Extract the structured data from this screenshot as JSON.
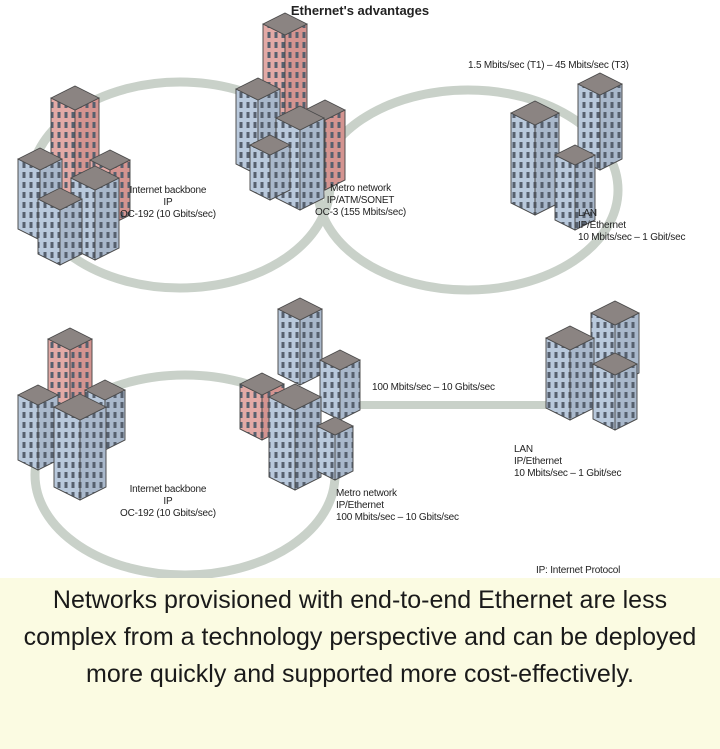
{
  "title": "Ethernet's advantages",
  "top": {
    "link_label": "1.5 Mbits/sec (T1) – 45 Mbits/sec (T3)",
    "backbone": [
      "Internet backbone",
      "IP",
      "OC-192 (10 Gbits/sec)"
    ],
    "metro": [
      "Metro network",
      "IP/ATM/SONET",
      "OC-3 (155 Mbits/sec)"
    ],
    "lan": [
      "LAN",
      "IP/Ethernet",
      "10 Mbits/sec – 1 Gbit/sec"
    ]
  },
  "bottom": {
    "link_label": "100 Mbits/sec – 10 Gbits/sec",
    "backbone": [
      "Internet backbone",
      "IP",
      "OC-192 (10 Gbits/sec)"
    ],
    "metro": [
      "Metro network",
      "IP/Ethernet",
      "100 Mbits/sec – 10 Gbits/sec"
    ],
    "lan": [
      "LAN",
      "IP/Ethernet",
      "10 Mbits/sec – 1 Gbit/sec"
    ]
  },
  "footnote": "IP: Internet Protocol",
  "caption": "Networks provisioned with end-to-end Ethernet are less complex from a technology perspective and can be deployed more quickly and supported more cost-effectively.",
  "colors": {
    "ring": "#c9d1c9",
    "roof": "#8b8482",
    "blue": "#b9c9dc",
    "pink": "#e3aaa6",
    "caption_bg": "#fbfbe2"
  }
}
